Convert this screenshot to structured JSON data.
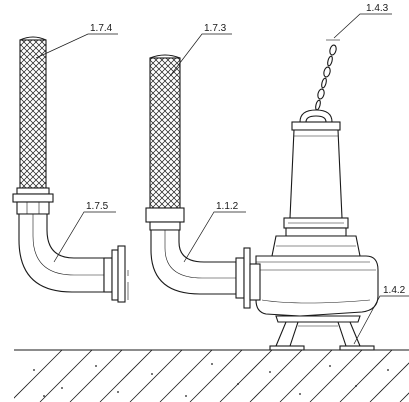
{
  "diagram": {
    "labels": {
      "hose_left": "1.7.4",
      "hose_middle": "1.7.3",
      "chain": "1.4.3",
      "elbow_left": "1.7.5",
      "elbow_middle": "1.1.2",
      "stand": "1.4.2"
    }
  }
}
